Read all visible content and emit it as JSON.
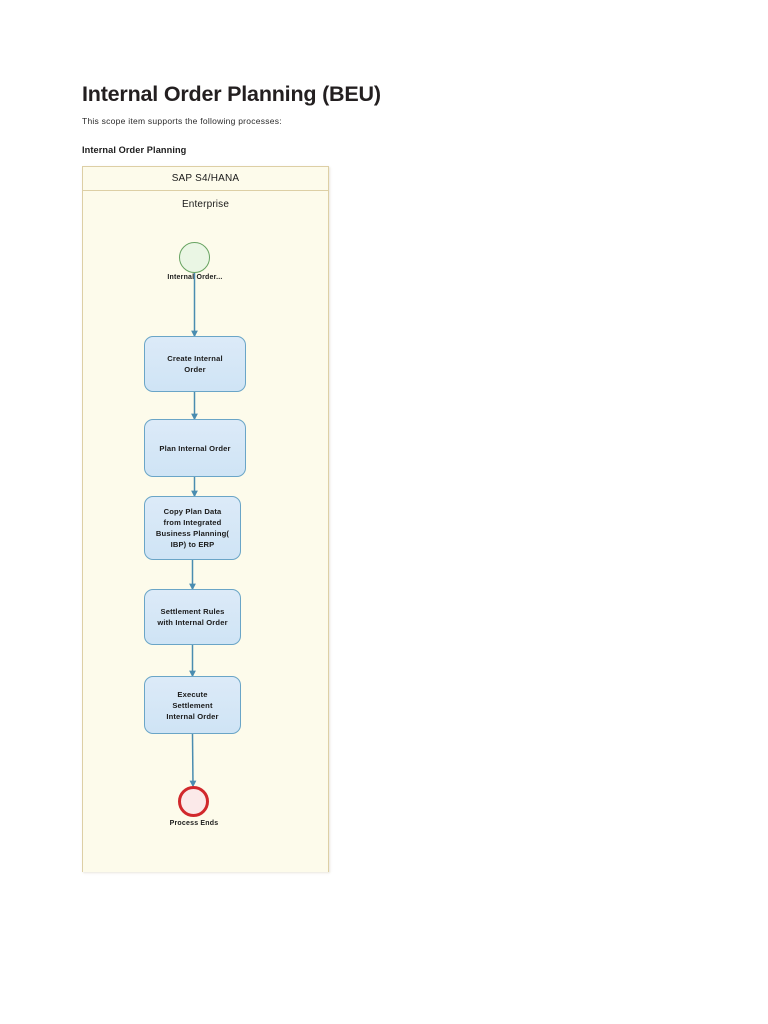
{
  "document": {
    "title": "Internal Order Planning (BEU)",
    "subtitle": "This scope item supports the following processes:",
    "section_heading": "Internal Order Planning"
  },
  "diagram": {
    "type": "bpmn-process-flow",
    "pool_header": "SAP S4/HANA",
    "lane_label": "Enterprise",
    "colors": {
      "pool_border": "#ddcfa5",
      "pool_fill": "#fdfbeb",
      "task_border": "#6aa5c7",
      "task_fill": "#d5e8f7",
      "connector": "#4a8cb0",
      "start_event_border": "#67a361",
      "start_event_fill": "#eaf6e4",
      "end_event_border": "#d1282c",
      "end_event_fill": "#fbe9e9"
    },
    "start_event": {
      "name": "start-event",
      "label_lines": [
        "Internal",
        "Order..."
      ]
    },
    "end_event": {
      "name": "end-event",
      "label": "Process Ends"
    },
    "tasks": [
      {
        "id": "create-internal-order",
        "lines": [
          "Create Internal",
          "Order"
        ]
      },
      {
        "id": "plan-internal-order",
        "lines": [
          "Plan Internal Order"
        ]
      },
      {
        "id": "copy-plan-data",
        "lines": [
          "Copy Plan Data",
          "from Integrated",
          "Business Planning(",
          "IBP) to ERP"
        ]
      },
      {
        "id": "settlement-rules",
        "lines": [
          "Settlement Rules",
          "with Internal Order"
        ]
      },
      {
        "id": "execute-settlement",
        "lines": [
          "Execute",
          "Settlement",
          "Internal Order"
        ]
      }
    ]
  }
}
